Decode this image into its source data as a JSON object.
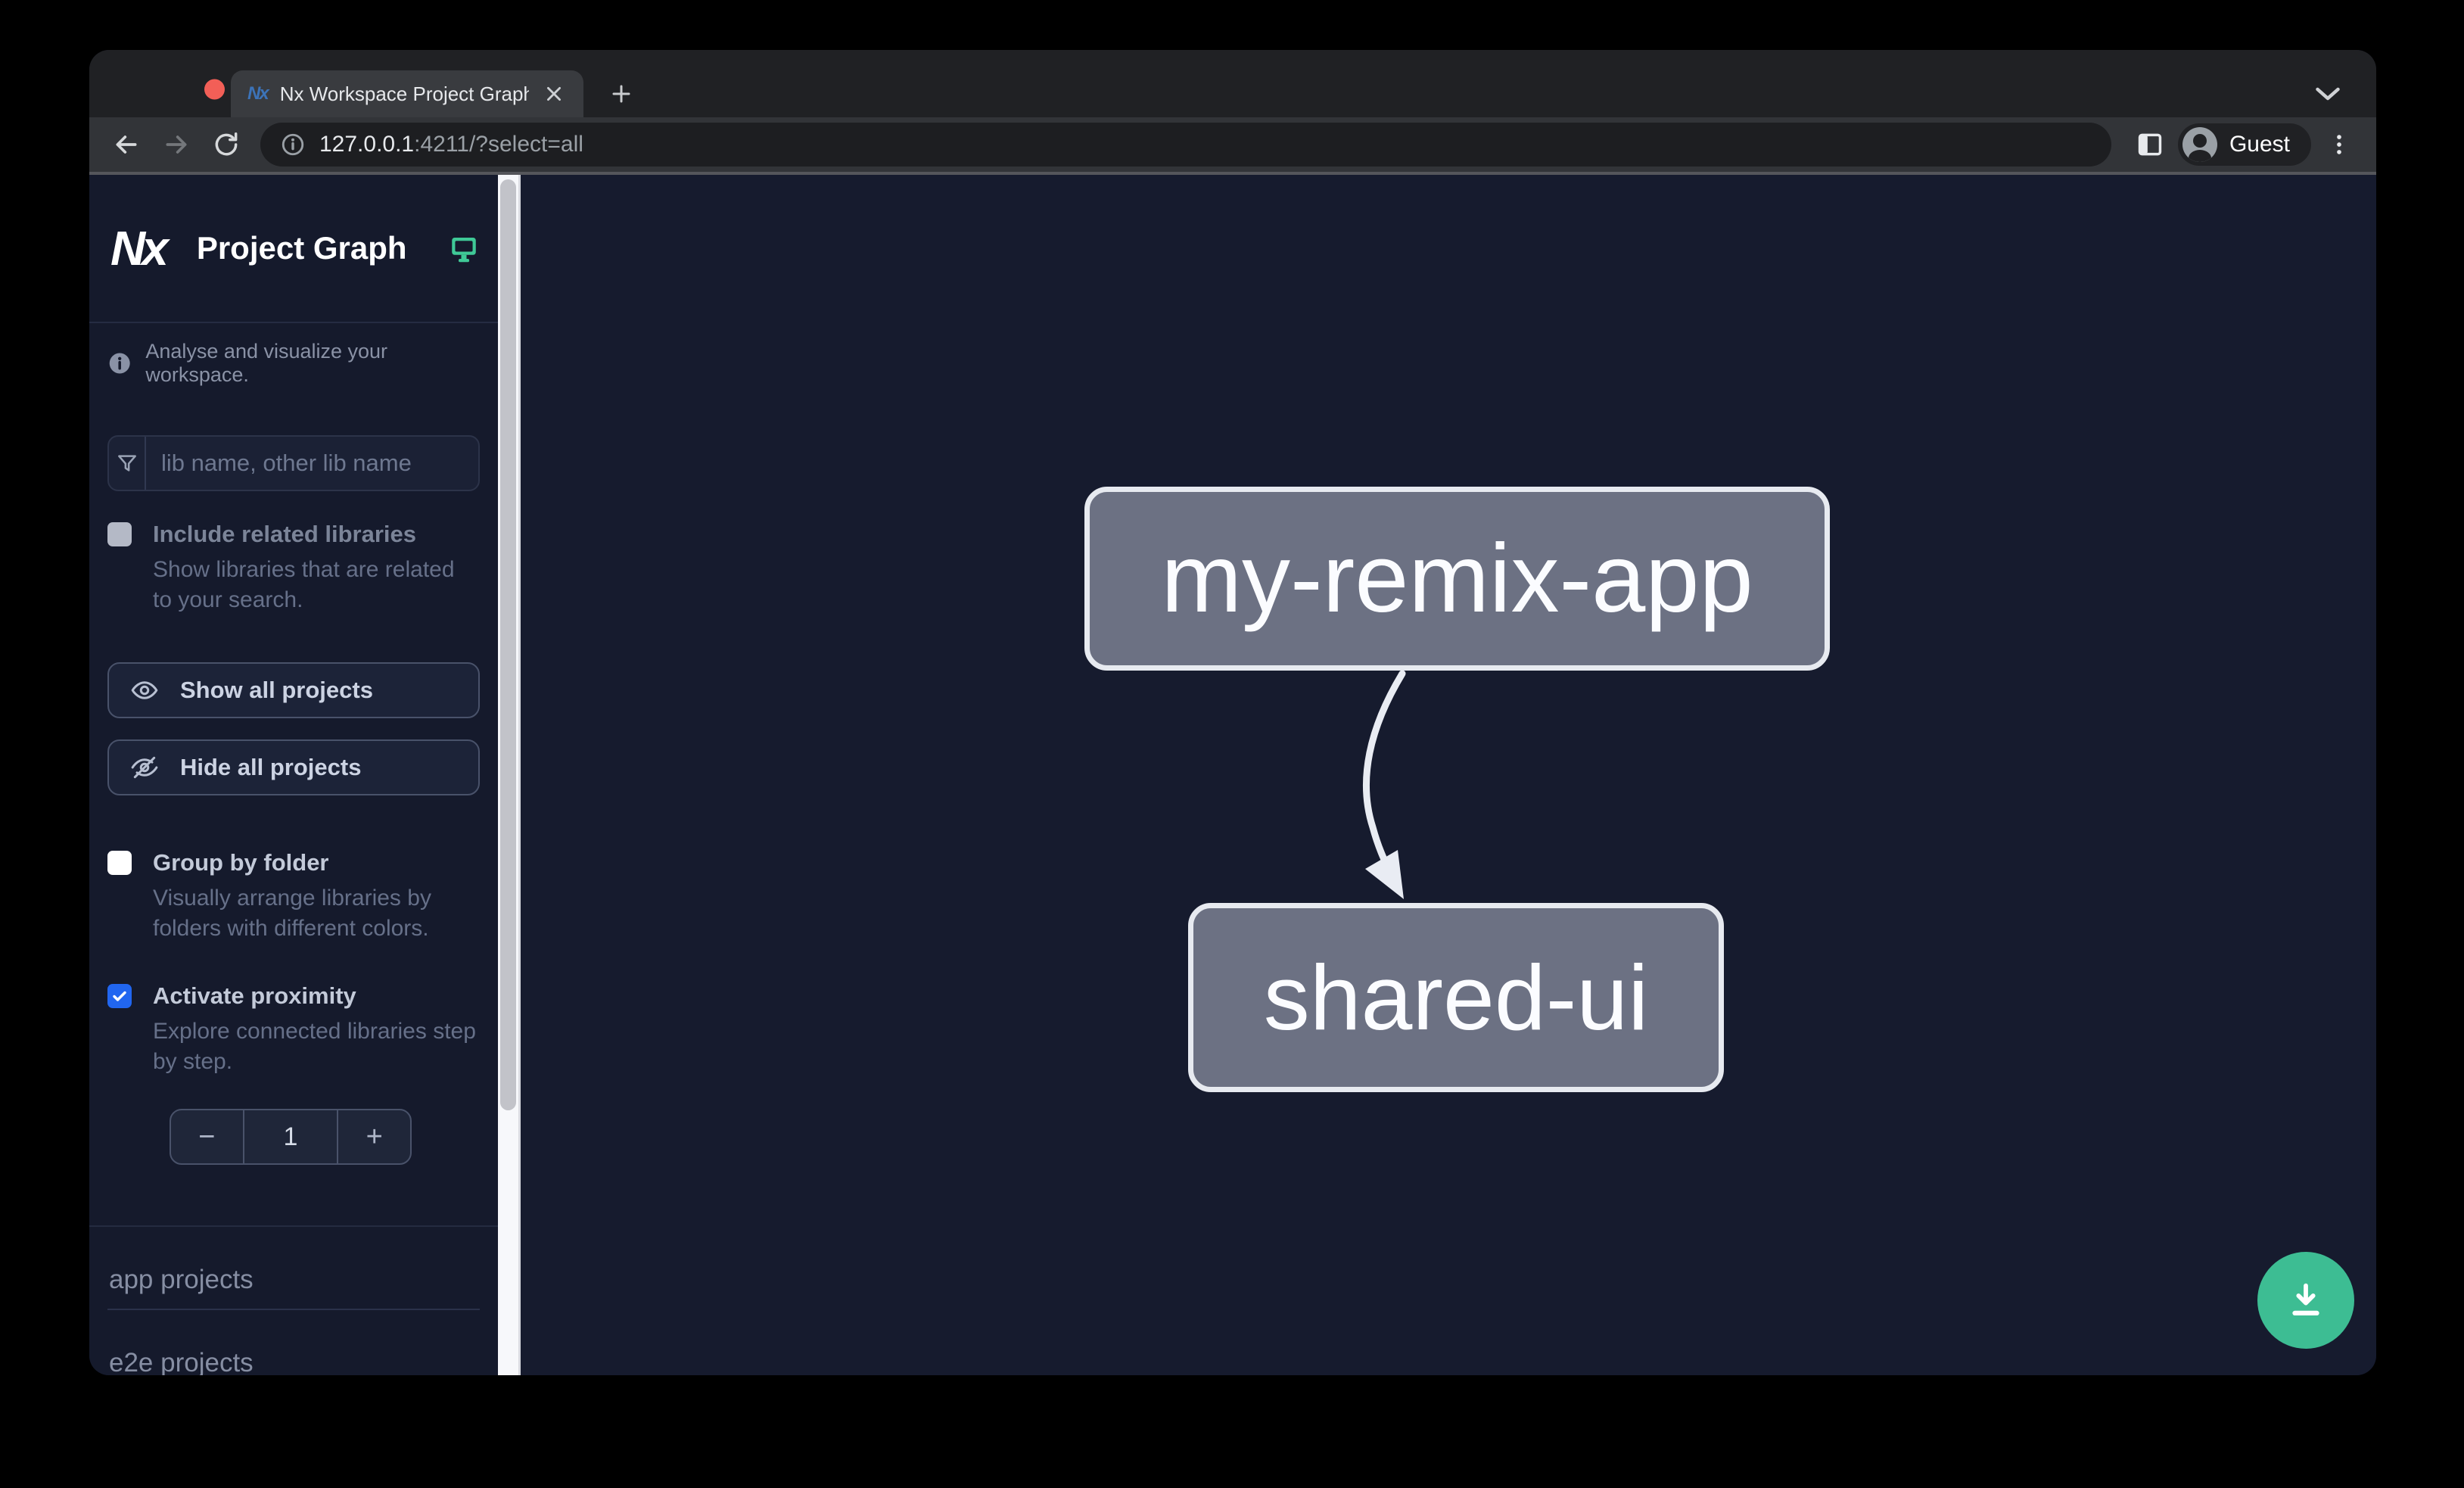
{
  "browser": {
    "tab_title": "Nx Workspace Project Graph",
    "url_host": "127.0.0.1",
    "url_rest": ":4211/?select=all",
    "profile_label": "Guest"
  },
  "sidebar": {
    "app_title": "Project Graph",
    "tagline": "Analyse and visualize your workspace.",
    "search_placeholder": "lib name, other lib name",
    "include_related": {
      "label": "Include related libraries",
      "description": "Show libraries that are related to your search.",
      "checked": false
    },
    "show_all_label": "Show all projects",
    "hide_all_label": "Hide all projects",
    "group_by_folder": {
      "label": "Group by folder",
      "description": "Visually arrange libraries by folders with different colors.",
      "checked": false
    },
    "activate_proximity": {
      "label": "Activate proximity",
      "description": "Explore connected libraries step by step.",
      "checked": true
    },
    "stepper": {
      "decrement": "−",
      "value": "1",
      "increment": "+"
    },
    "sections": [
      {
        "label": "app projects"
      },
      {
        "label": "e2e projects"
      }
    ]
  },
  "graph": {
    "nodes": [
      {
        "id": "my-remix-app"
      },
      {
        "id": "shared-ui"
      }
    ],
    "edges": [
      {
        "source": "my-remix-app",
        "target": "shared-ui"
      }
    ]
  },
  "colors": {
    "accent_teal": "#3dbd93",
    "checkbox_blue": "#2166f0",
    "node_fill": "#6c7183",
    "node_border": "#e7eaf0",
    "canvas_bg": "#161b2e",
    "sidebar_bg": "#151a2c",
    "traffic_red": "#f25f57",
    "traffic_yellow": "#fcbc2e",
    "traffic_green": "#28c840"
  }
}
